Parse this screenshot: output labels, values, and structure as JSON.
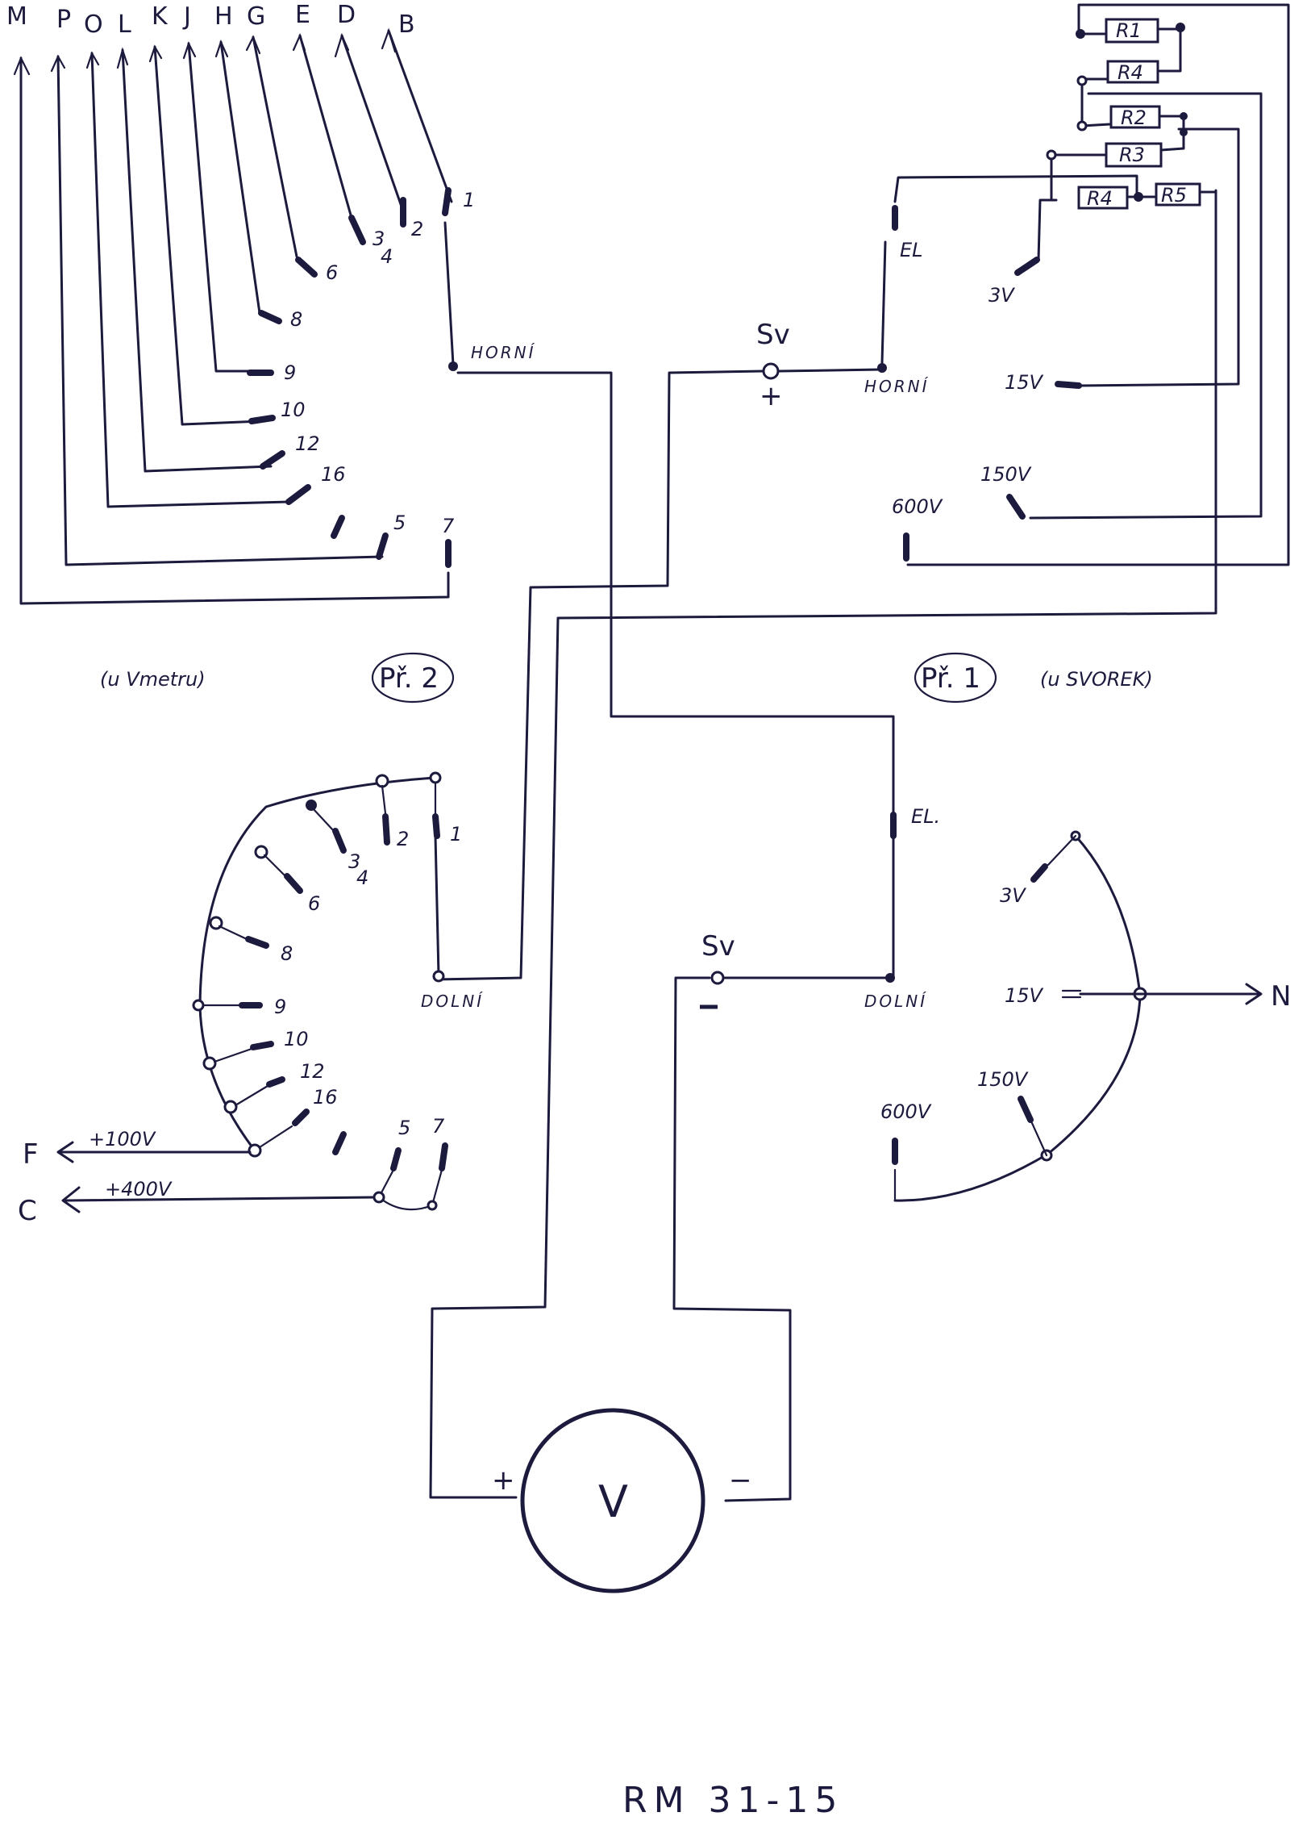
{
  "diagram": {
    "title": "RM 31-15",
    "output_labels": [
      "M",
      "P",
      "O",
      "L",
      "K",
      "J",
      "H",
      "G",
      "E",
      "D",
      "B"
    ],
    "switch2": {
      "name": "Př. 2",
      "note": "(u Vmetru)",
      "upper_common": "HORNÍ",
      "lower_common": "DOLNÍ",
      "upper_positions": [
        "1",
        "2",
        "3",
        "4",
        "6",
        "8",
        "9",
        "10",
        "12",
        "16",
        "5",
        "7"
      ],
      "lower_positions": [
        "1",
        "2",
        "3",
        "4",
        "6",
        "8",
        "9",
        "10",
        "12",
        "16",
        "5",
        "7"
      ]
    },
    "switch1": {
      "name": "Př. 1",
      "note": "(u SVOREK)",
      "upper_common": "HORNÍ",
      "lower_common": "DOLNÍ",
      "upper_positions": [
        "EL",
        "3V",
        "15V",
        "150V",
        "600V"
      ],
      "lower_positions": [
        "EL.",
        "3V",
        "15V",
        "150V",
        "600V"
      ]
    },
    "resistors": [
      "R1",
      "R4",
      "R2",
      "R3",
      "R4",
      "R5"
    ],
    "terminals": {
      "sv_top": "Sv",
      "sv_top_polarity": "+",
      "sv_bottom": "Sv",
      "sv_bottom_polarity": "−"
    },
    "supply_outputs": [
      {
        "terminal": "F",
        "voltage": "+100V"
      },
      {
        "terminal": "C",
        "voltage": "+400V"
      }
    ],
    "n_output": "N",
    "voltmeter": {
      "symbol": "V",
      "plus": "+",
      "minus": "−"
    }
  }
}
